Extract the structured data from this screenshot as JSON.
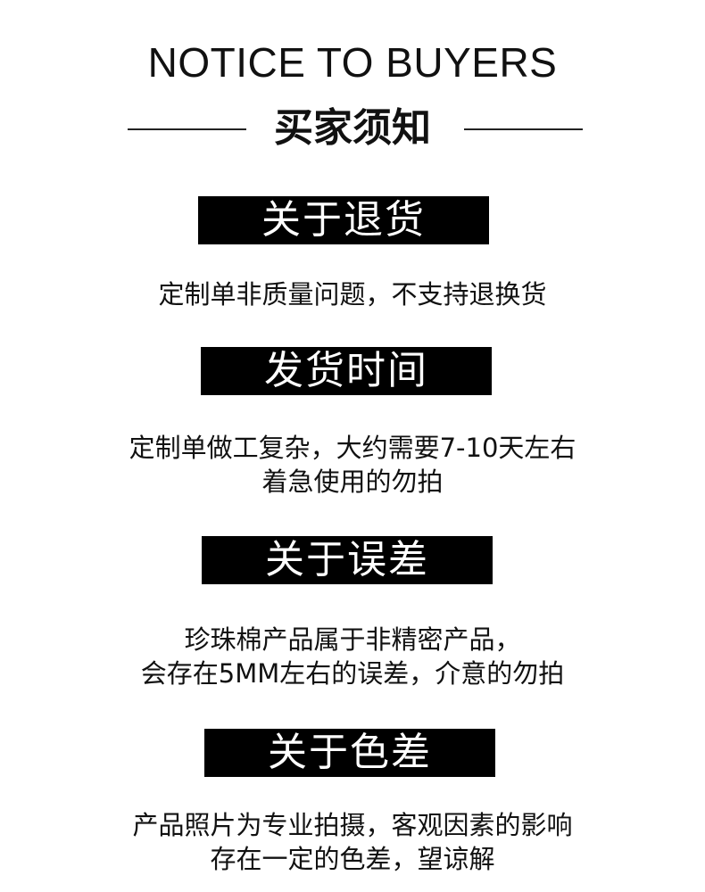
{
  "header": {
    "title_en": "NOTICE TO BUYERS",
    "title_cn": "买家须知"
  },
  "sections": [
    {
      "heading": "关于退货",
      "lines": [
        "定制单非质量问题，不支持退换货"
      ]
    },
    {
      "heading": "发货时间",
      "lines": [
        "定制单做工复杂，大约需要7-10天左右",
        "着急使用的勿拍"
      ]
    },
    {
      "heading": "关于误差",
      "lines": [
        "珍珠棉产品属于非精密产品，",
        "会存在5MM左右的误差，介意的勿拍"
      ]
    },
    {
      "heading": "关于色差",
      "lines": [
        "产品照片为专业拍摄，客观因素的影响",
        "存在一定的色差，望谅解"
      ]
    }
  ]
}
